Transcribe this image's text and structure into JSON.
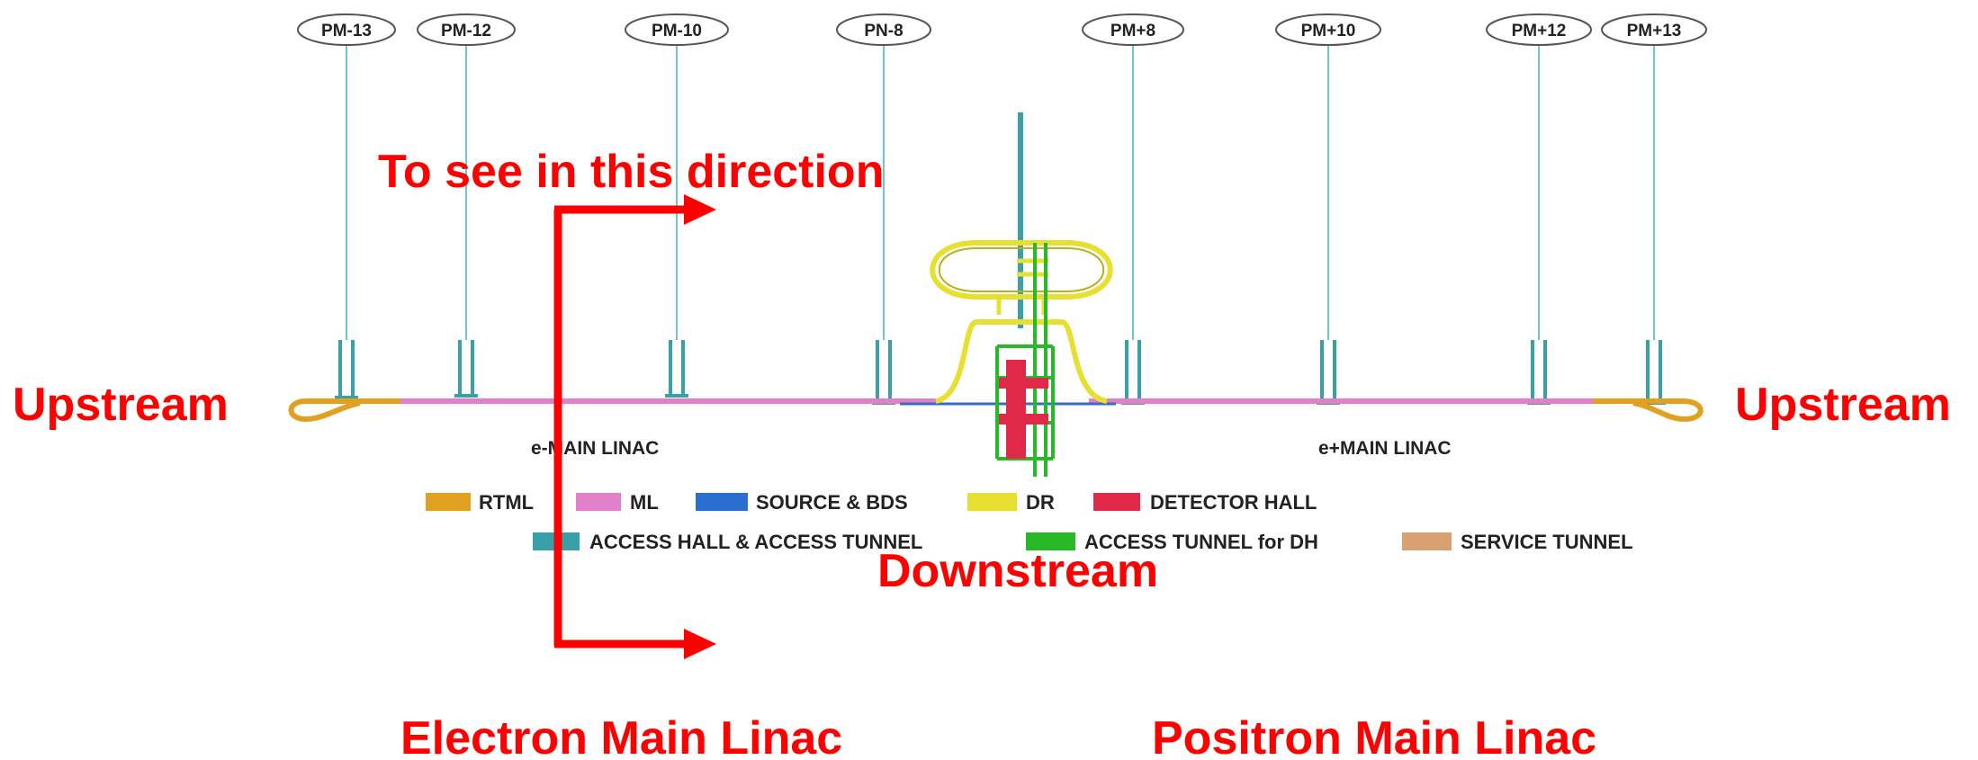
{
  "pm_markers": [
    {
      "label": "PM-13"
    },
    {
      "label": "PM-12"
    },
    {
      "label": "PM-10"
    },
    {
      "label": "PN-8"
    },
    {
      "label": "PM+8"
    },
    {
      "label": "PM+10"
    },
    {
      "label": "PM+12"
    },
    {
      "label": "PM+13"
    }
  ],
  "annotations": {
    "direction_text": "To see in this direction",
    "upstream_left": "Upstream",
    "upstream_right": "Upstream",
    "downstream": "Downstream",
    "electron_linac": "Electron Main Linac",
    "positron_linac": "Positron Main Linac",
    "e_main_linac": "e-MAIN LINAC",
    "p_main_linac": "e+MAIN LINAC"
  },
  "legend": [
    {
      "label": "RTML",
      "color": "#e0a020"
    },
    {
      "label": "ML",
      "color": "#e080c8"
    },
    {
      "label": "SOURCE & BDS",
      "color": "#2a6fd0"
    },
    {
      "label": "DR",
      "color": "#e8e030"
    },
    {
      "label": "DETECTOR HALL",
      "color": "#e02848"
    },
    {
      "label": "ACCESS HALL & ACCESS TUNNEL",
      "color": "#3aa0a8"
    },
    {
      "label": "ACCESS TUNNEL for DH",
      "color": "#28b828"
    },
    {
      "label": "SERVICE TUNNEL",
      "color": "#d8a070"
    }
  ],
  "colors": {
    "accent_red": "#ff0000",
    "shaft": "#6fc6cc"
  }
}
